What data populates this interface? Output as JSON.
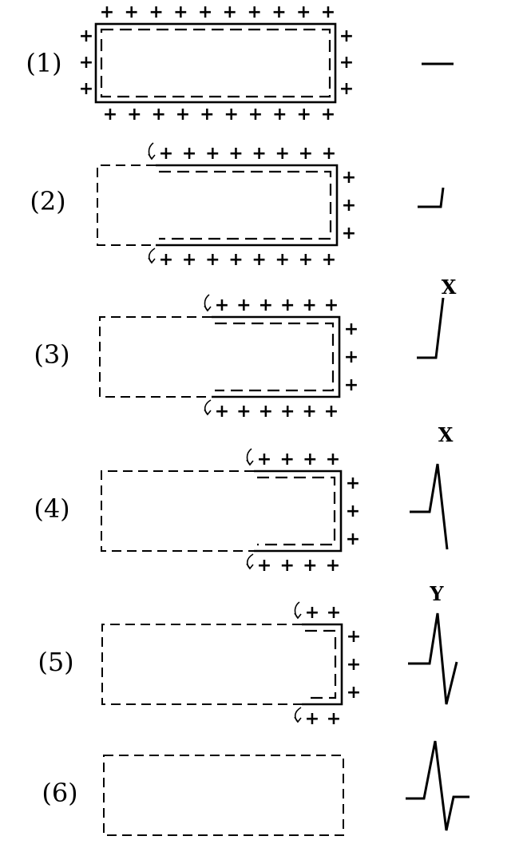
{
  "stages": [
    {
      "label": "(1)",
      "peak_label": "",
      "plus": "+"
    },
    {
      "label": "(2)",
      "peak_label": "",
      "plus": "+"
    },
    {
      "label": "(3)",
      "peak_label": "X",
      "plus": "+"
    },
    {
      "label": "(4)",
      "peak_label": "X",
      "plus": "+"
    },
    {
      "label": "(5)",
      "peak_label": "Y",
      "plus": "+"
    },
    {
      "label": "(6)",
      "peak_label": "",
      "plus": "+"
    }
  ]
}
